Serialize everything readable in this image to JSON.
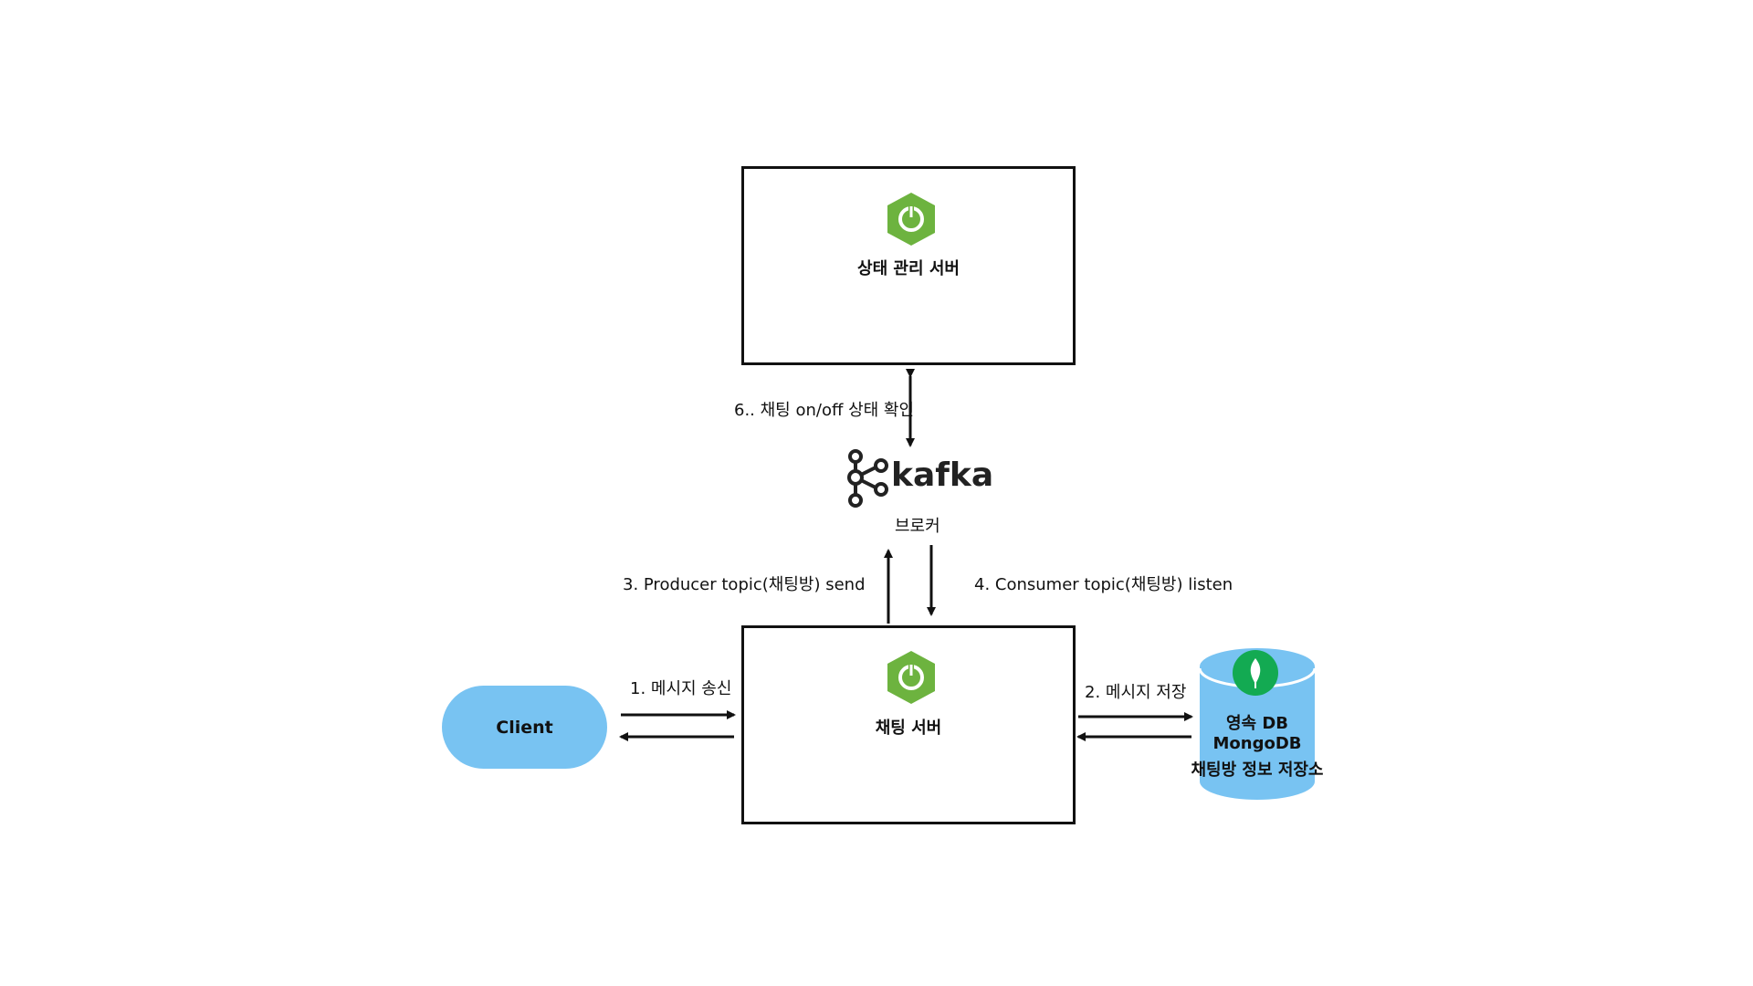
{
  "nodes": {
    "state_server": {
      "label": "상태 관리 서버"
    },
    "chat_server": {
      "label": "채팅 서버"
    },
    "broker": {
      "logo_text": "kafka",
      "label": "브로커"
    },
    "client": {
      "label": "Client"
    },
    "db": {
      "line1": "영속 DB",
      "line2": "MongoDB",
      "line3": "채팅방 정보 저장소"
    }
  },
  "edges": {
    "send_message": "1. 메시지 송신",
    "save_message": "2. 메시지 저장",
    "producer_send": "3. Producer topic(채팅방) send",
    "consumer_listen": "4. Consumer topic(채팅방) listen",
    "status_check": "6.. 채팅 on/off 상태 확인"
  },
  "icons": {
    "spring": "spring-boot-icon",
    "mongo": "mongodb-leaf-icon",
    "kafka": "kafka-icon"
  },
  "colors": {
    "spring_green": "#6db33f",
    "client_blue": "#78c3f2",
    "db_blue": "#78c3f2",
    "mongo_green": "#13aa52"
  }
}
